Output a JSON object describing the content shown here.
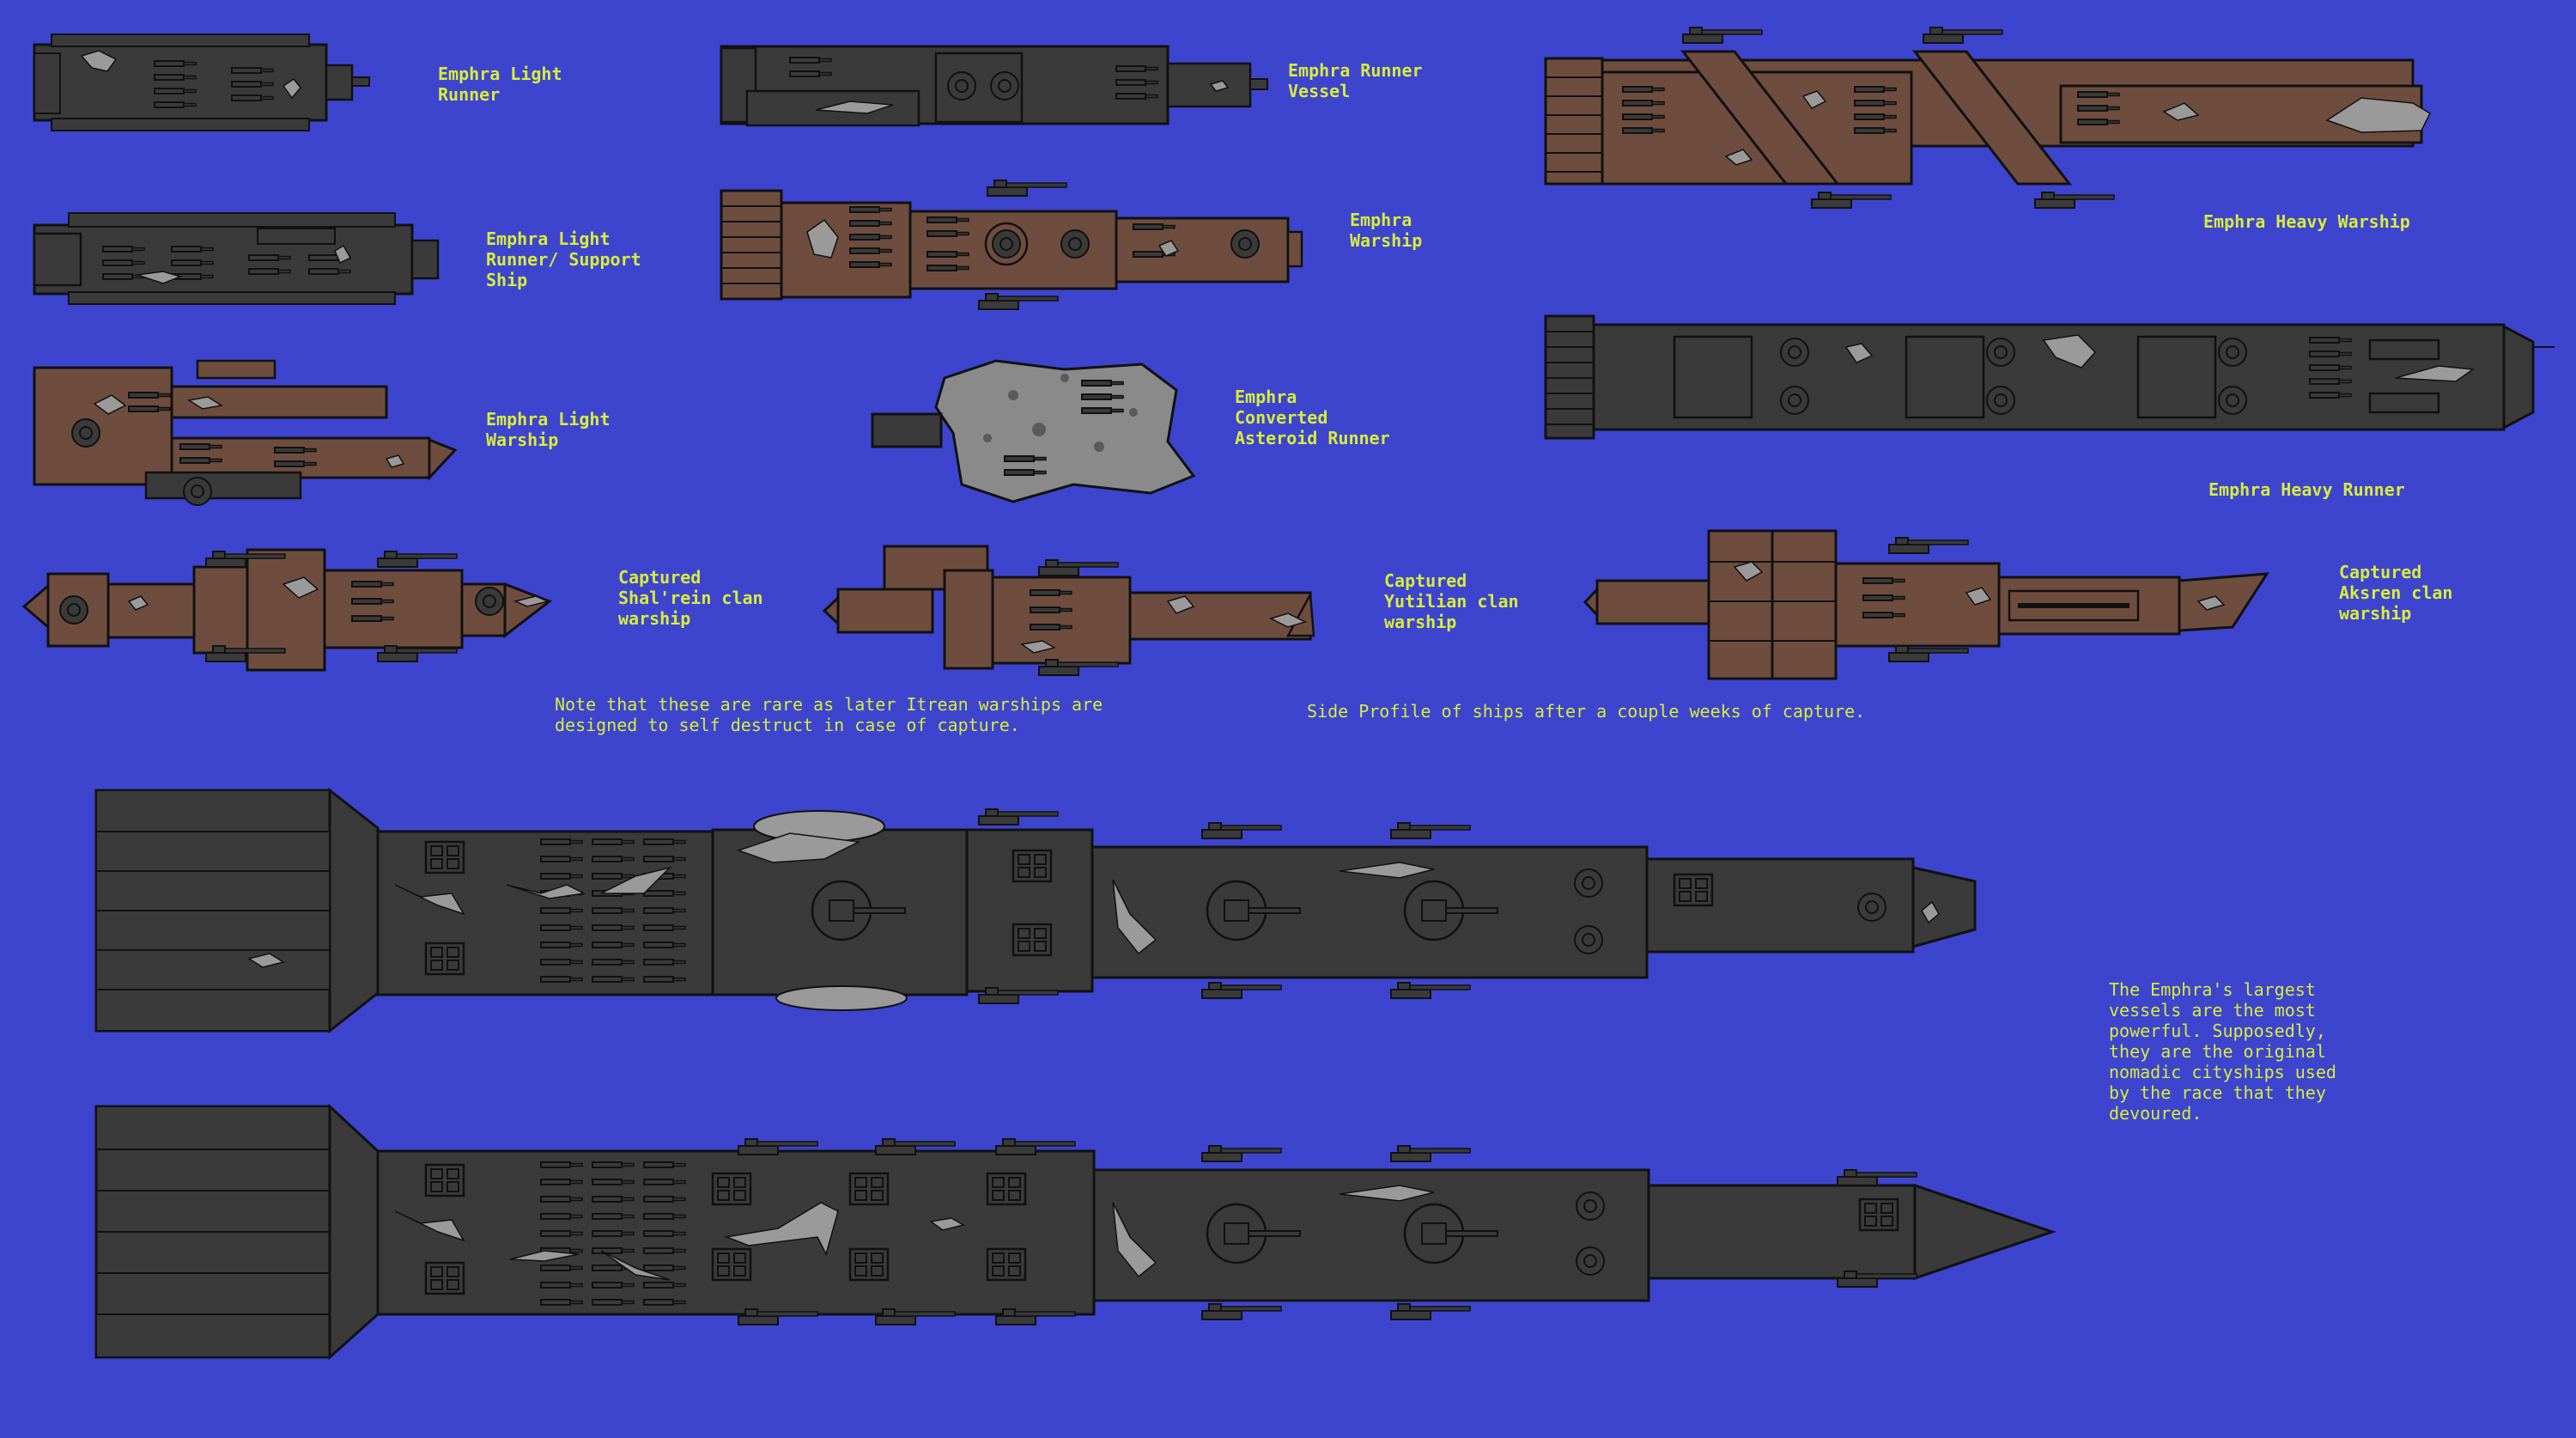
{
  "colors": {
    "background": "#3d45cf",
    "label": "#d8ec3a",
    "hull_dark": "#3a3a3a",
    "hull_brown": "#6e4d3f",
    "outline": "#111111",
    "damage": "#9a9a9a",
    "asteroid": "#8a8a8a"
  },
  "labels": {
    "light_runner": "Emphra Light\nRunner",
    "runner_vessel": "Emphra Runner\nVessel",
    "heavy_warship": "Emphra Heavy Warship",
    "light_runner_support": "Emphra Light\nRunner/ Support\nShip",
    "warship": "Emphra\nWarship",
    "light_warship": "Emphra Light\nWarship",
    "converted_asteroid": "Emphra\nConverted\nAsteroid Runner",
    "heavy_runner": "Emphra Heavy Runner",
    "shalrein": "Captured\nShal'rein clan\nwarship",
    "yutilian": "Captured\nYutilian clan\nwarship",
    "aksren": "Captured\nAksren clan\nwarship"
  },
  "notes": {
    "rare_capture": "Note that these are rare as later Itrean warships are\ndesigned to self destruct in case of capture.",
    "side_profile": "Side Profile of ships after a couple weeks of capture.",
    "largest_vessels": "The Emphra's largest\nvessels are the most\npowerful. Supposedly,\nthey are the original\nnomadic cityships used\nby the race that they\ndevoured."
  }
}
